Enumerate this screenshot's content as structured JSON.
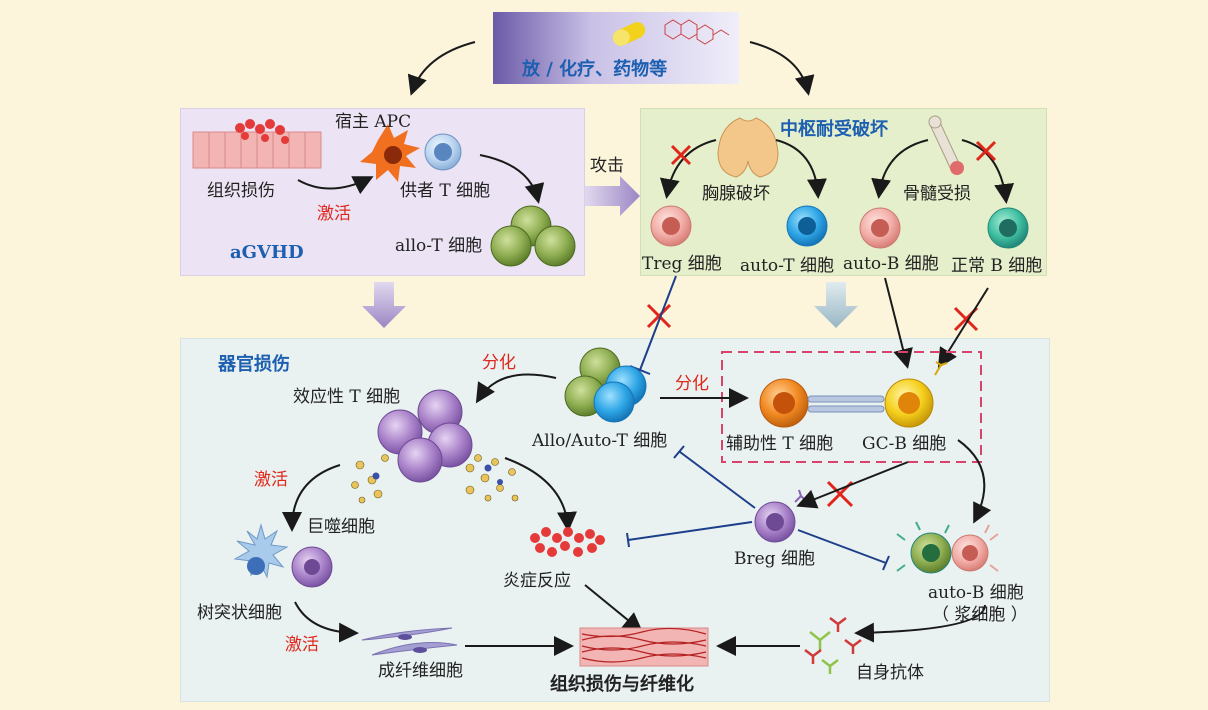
{
  "top_box": {
    "label": "放 / 化疗、药物等"
  },
  "agvhd_panel": {
    "title": "aGVHD",
    "host_apc": "宿主 APC",
    "tissue_damage": "组织损伤",
    "activate": "激活",
    "donor_t": "供者 T 细胞",
    "allo_t": "allo-T 细胞"
  },
  "attack": "攻击",
  "central_panel": {
    "title": "中枢耐受破坏",
    "thymus": "胸腺破坏",
    "bone_marrow": "骨髓受损",
    "treg": "Treg 细胞",
    "auto_t": "auto-T 细胞",
    "auto_b": "auto-B 细胞",
    "normal_b": "正常 B 细胞"
  },
  "organ_panel": {
    "title": "器官损伤",
    "differentiate1": "分化",
    "differentiate2": "分化",
    "effector_t": "效应性 T 细胞",
    "allo_auto_t": "Allo/Auto-T 细胞",
    "helper_t": "辅助性 T 细胞",
    "gc_b": "GC-B 细胞",
    "activate1": "激活",
    "activate2": "激活",
    "macrophage": "巨噬细胞",
    "dendritic": "树突状细胞",
    "inflammation": "炎症反应",
    "breg": "Breg 细胞",
    "auto_b_plasma": "auto-B 细胞",
    "plasma_note": "（ 浆细胞 ）",
    "fibroblast": "成纤维细胞",
    "autoantibody": "自身抗体",
    "tissue_fibrosis": "组织损伤与纤维化"
  },
  "colors": {
    "background": "#fcf5dc",
    "agvhd_panel": "#ece4f4",
    "central_panel": "#e5efcb",
    "organ_panel": "#e9f2f1",
    "accent_red": "#e0261b",
    "accent_blue": "#1d5fb0"
  }
}
